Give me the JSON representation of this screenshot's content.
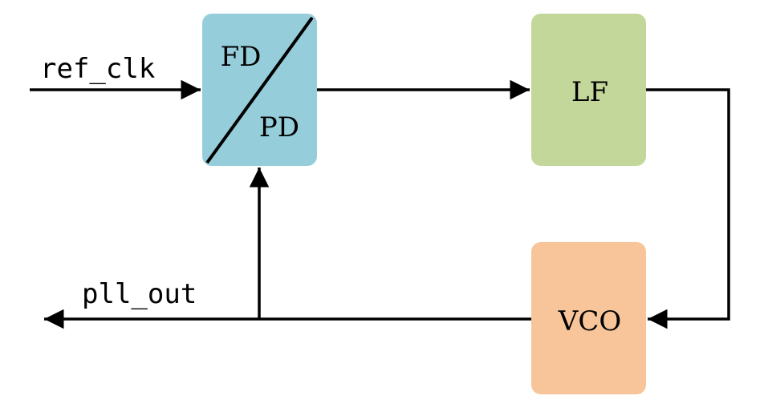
{
  "labels": {
    "input": "ref_clk",
    "output": "pll_out"
  },
  "blocks": {
    "fdpd": {
      "top": "FD",
      "bottom": "PD",
      "color": "#96cdda"
    },
    "lf": {
      "label": "LF",
      "color": "#c4d79b"
    },
    "vco": {
      "label": "VCO",
      "color": "#f8c499"
    }
  }
}
